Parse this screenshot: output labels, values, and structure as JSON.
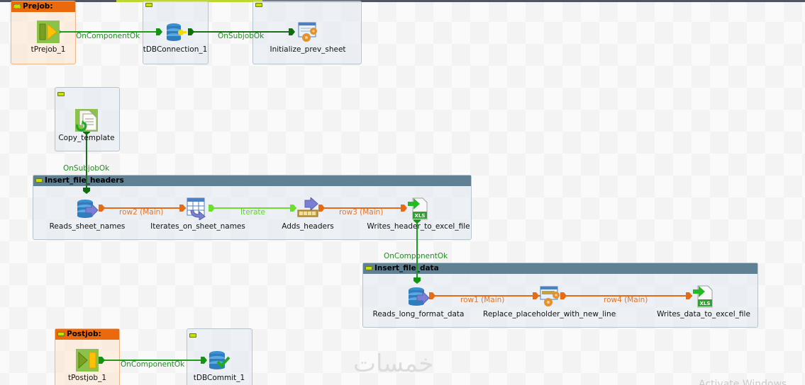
{
  "colors": {
    "trigger_link": "#1f9a1f",
    "subjob_link": "#1d6e1d",
    "row_link": "#e66b15",
    "iterate_link": "#6bde2e",
    "subjob_header": "#5f8193",
    "prejob_header": "#e9690c",
    "top_bar": "#4f5561",
    "top_bar_active": "#c0d630"
  },
  "subjobs": {
    "prejob": {
      "title": "Prejob:"
    },
    "postjob": {
      "title": "Postjob:"
    },
    "insert_file_headers": {
      "title": "Insert_file_headers"
    },
    "insert_file_data": {
      "title": "Insert_file_data"
    }
  },
  "components": {
    "tprejob": {
      "label": "tPrejob_1",
      "icon": "prejob-icon"
    },
    "tdbconnection": {
      "label": "tDBConnection_1",
      "icon": "db-connection-icon"
    },
    "initialize_prev_sheet": {
      "label": "Initialize_prev_sheet",
      "icon": "java-component-icon"
    },
    "copy_template": {
      "label": "Copy_template",
      "icon": "file-copy-icon"
    },
    "reads_sheet_names": {
      "label": "Reads_sheet_names",
      "icon": "db-input-icon"
    },
    "iterates_on_sheet_names": {
      "label": "Iterates_on_sheet_names",
      "icon": "flow-to-iterate-icon"
    },
    "adds_headers": {
      "label": "Adds_headers",
      "icon": "fixed-flow-input-icon"
    },
    "writes_header_to_excel_file": {
      "label": "Writes_header_to_excel_file",
      "icon": "excel-output-icon"
    },
    "reads_long_format_data": {
      "label": "Reads_long_format_data",
      "icon": "db-input-icon"
    },
    "replace_placeholder": {
      "label": "Replace_placeholder_with_new_lines",
      "icon": "java-row-icon"
    },
    "writes_data_to_excel_file": {
      "label": "Writes_data_to_excel_file",
      "icon": "excel-output-icon"
    },
    "tpostjob": {
      "label": "tPostjob_1",
      "icon": "postjob-icon"
    },
    "tdbcommit": {
      "label": "tDBCommit_1",
      "icon": "db-commit-icon"
    }
  },
  "links": {
    "prejob_to_conn": "OnComponentOk",
    "conn_to_init": "OnSubjobOk",
    "copy_to_headers": "OnSubjobOk",
    "row2": "row2 (Main)",
    "iterate": "Iterate",
    "row3": "row3 (Main)",
    "headers_to_data": "OnComponentOk",
    "row1": "row1 (Main)",
    "row4": "row4 (Main)",
    "postjob_to_commit": "OnComponentOk"
  },
  "watermarks": {
    "site": "خمسات",
    "os": "Activate Windows"
  }
}
